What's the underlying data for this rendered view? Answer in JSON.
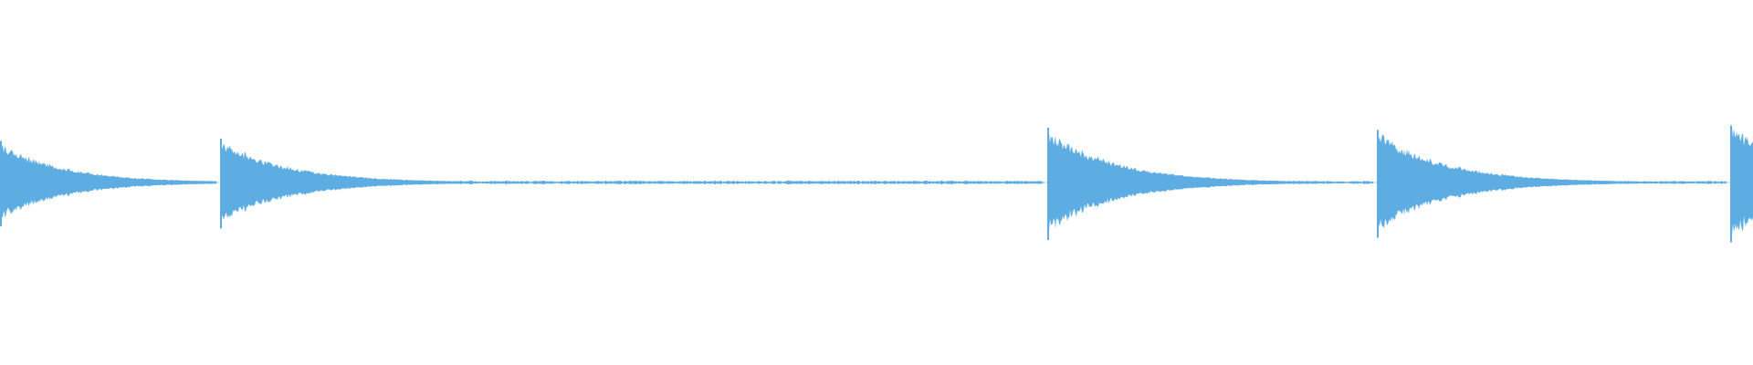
{
  "waveform": {
    "color": "#5dade2",
    "background": "#ffffff",
    "onsets": [
      {
        "id": "onset-1",
        "peak_amplitude": 0.38,
        "decay": 0.055,
        "tail_level": 0.018
      },
      {
        "id": "onset-2",
        "peak_amplitude": 0.4,
        "decay": 0.06,
        "tail_level": 0.02
      },
      {
        "id": "onset-3",
        "peak_amplitude": 0.5,
        "decay": 0.06,
        "tail_level": 0.018
      },
      {
        "id": "onset-4",
        "peak_amplitude": 0.48,
        "decay": 0.06,
        "tail_level": 0.018
      },
      {
        "id": "onset-5",
        "peak_amplitude": 0.52,
        "decay": 0.08,
        "tail_level": 0.018
      }
    ]
  }
}
